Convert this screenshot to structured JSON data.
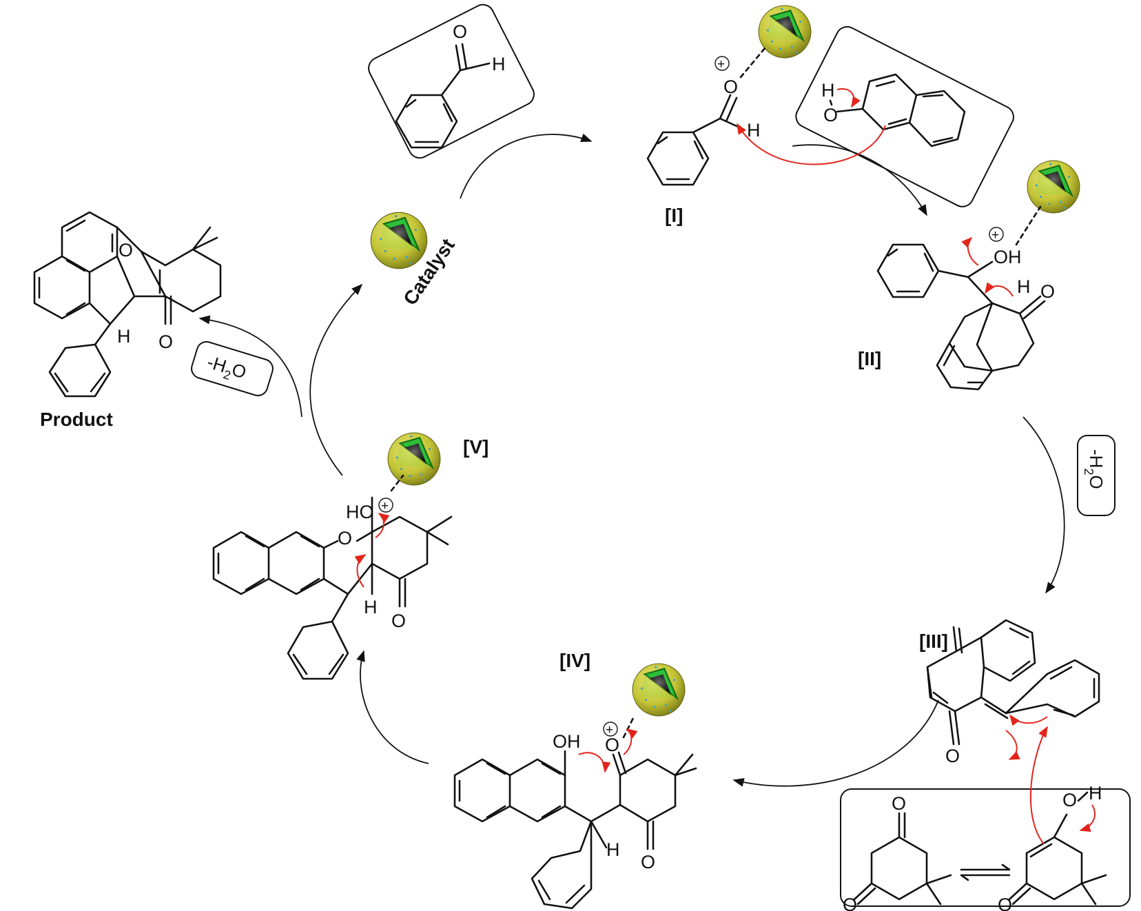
{
  "intermediates": {
    "i1": "[I]",
    "i2": "[II]",
    "i3": "[III]",
    "i4": "[IV]",
    "i5": "[V]"
  },
  "labels": {
    "catalyst": "Catalyst",
    "product": "Product"
  },
  "dehydration": {
    "prefix": "-H",
    "subscript": "2",
    "suffix": "O"
  },
  "atoms": {
    "oxygen": "O",
    "hydrogen": "H",
    "hydroxyl": "OH",
    "hydroxyl_left": "HO",
    "plus": "+"
  },
  "colors": {
    "arrow_push": "#e3241b",
    "bond": "#111111",
    "catalyst_shell": "#c9c93a",
    "catalyst_inner": "#2fbf3a",
    "catalyst_core": "#1a1a1a"
  }
}
